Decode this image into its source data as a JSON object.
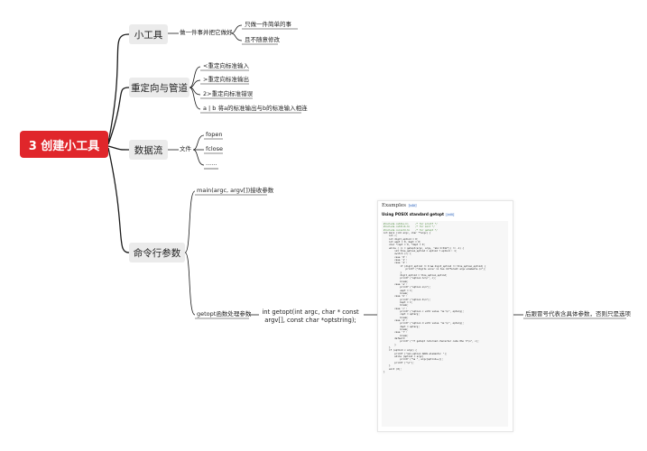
{
  "root": {
    "label": "3 创建小工具"
  },
  "branches": [
    {
      "label": "小工具",
      "connector": "做一件事并把它做好",
      "items": [
        "只做一件简单的事",
        "且不随意修改"
      ]
    },
    {
      "label": "重定向与管道",
      "items": [
        "<重定向标准输入",
        ">重定向标准输出",
        "2>重定向标准错误",
        "a | b 将a的标准输出与b的标准输入相连"
      ]
    },
    {
      "label": "数据流",
      "connector": "文件",
      "items": [
        "fopen",
        "fclose",
        "......"
      ]
    },
    {
      "label": "命令行参数",
      "items": [
        "main(argc, argv[])接收参数",
        "getopt函数处理参数"
      ],
      "function_signature": "int getopt(int argc, char * const argv[], const char *optstring);",
      "note": "后跟冒号代表含具体参数，否则只是选项"
    }
  ],
  "example": {
    "heading": "Examples",
    "heading_edit": "[edit]",
    "subheading": "Using POSIX standard getopt",
    "subheading_edit": "[edit]",
    "code_lines": [
      "#include <stdio.h>     /* for printf */",
      "#include <stdlib.h>    /* for exit */",
      "#include <unistd.h>    /* for getopt */",
      "int main (int argc, char **argv) {",
      "    int c;",
      "    int digit_optind = 0;",
      "    int aopt = 0, bopt = 0;",
      "    char *copt = 0, *dopt = 0;",
      "    while ( (c = getopt(argc, argv, \"abc:d:012\")) != -1) {",
      "        int this_option_optind = optind ? optind : 1;",
      "        switch (c) {",
      "        case '0':",
      "        case '1':",
      "        case '2':",
      "            if (digit_optind != 0 && digit_optind != this_option_optind) {",
      "                printf (\"digits occur in two different argv-elements.\\n\");",
      "            }",
      "            digit_optind = this_option_optind;",
      "            printf (\"option %c\\n\", c);",
      "            break;",
      "        case 'a':",
      "            printf (\"option a\\n\");",
      "            aopt = 1;",
      "            break;",
      "        case 'b':",
      "            printf (\"option b\\n\");",
      "            bopt = 1;",
      "            break;",
      "        case 'c':",
      "            printf (\"option c with value '%s'\\n\", optarg);",
      "            copt = optarg;",
      "            break;",
      "        case 'd':",
      "            printf (\"option d with value '%s'\\n\", optarg);",
      "            dopt = optarg;",
      "            break;",
      "        case '?':",
      "            break;",
      "        default:",
      "            printf (\"?? getopt returned character code 0%o ??\\n\", c);",
      "        }",
      "    }",
      "    if (optind < argc) {",
      "        printf (\"non-option ARGV-elements: \");",
      "        while (optind < argc)",
      "            printf (\"%s \", argv[optind++]);",
      "        printf (\"\\n\");",
      "    }",
      "    exit (0);",
      "}"
    ]
  },
  "colors": {
    "root": "#e0262b",
    "topic_bg": "#ebebeb",
    "line": "#1a1a1a",
    "code_bg": "#f7f7f7",
    "comment": "#4a8a3a"
  }
}
